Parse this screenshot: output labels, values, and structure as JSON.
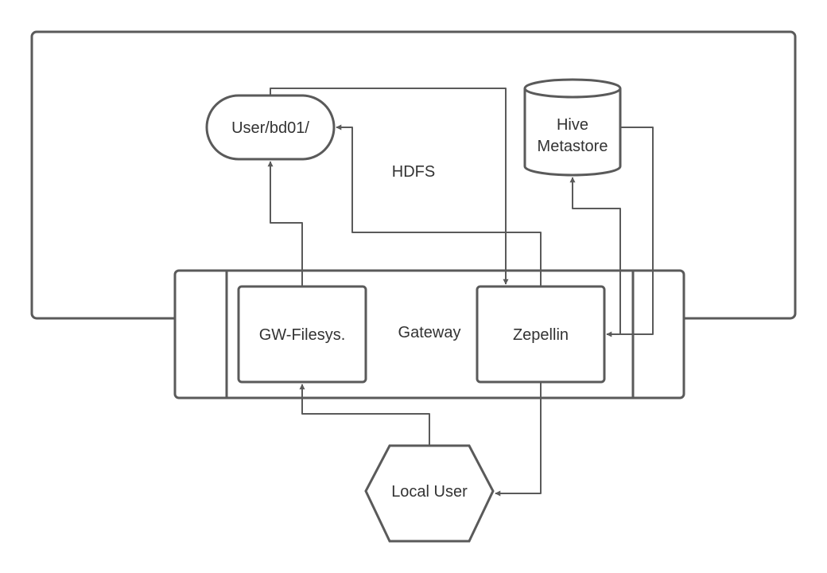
{
  "nodes": {
    "hdfs": "HDFS",
    "user_dir": "User/bd01/",
    "hive_line1": "Hive",
    "hive_line2": "Metastore",
    "gateway": "Gateway",
    "gw_filesys": "GW-Filesys.",
    "zepellin": "Zepellin",
    "local_user": "Local User"
  },
  "colors": {
    "stroke": "#5a5a5a",
    "text": "#333333",
    "background": "#ffffff"
  }
}
